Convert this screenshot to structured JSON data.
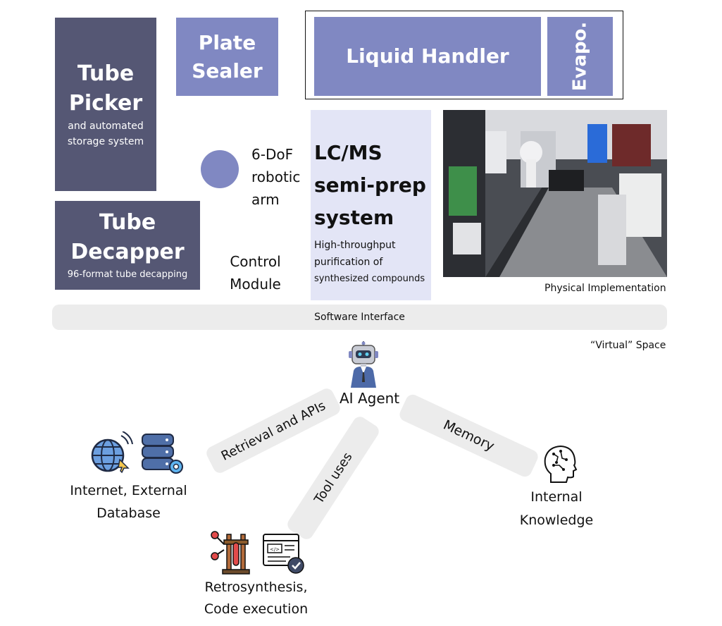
{
  "physical": {
    "tube_picker": {
      "title_line1": "Tube",
      "title_line2": "Picker",
      "line1": "and automated",
      "line2": "storage system"
    },
    "plate_sealer": {
      "line1": "Plate",
      "line2": "Sealer"
    },
    "liquid_handler": "Liquid Handler",
    "evapo": "Evapo.",
    "arm": {
      "line1": "6-DoF",
      "line2": "robotic",
      "line3": "arm"
    },
    "lcms": {
      "line1": "LC/MS",
      "line2": "semi-prep",
      "line3": "system",
      "desc1": "High-throughput",
      "desc2": "purification of",
      "desc3": "synthesized compounds"
    },
    "tube_decapper": {
      "title_line1": "Tube",
      "title_line2": "Decapper",
      "desc": "96-format tube decapping"
    },
    "control_module": {
      "line1": "Control",
      "line2": "Module"
    },
    "photo_caption": "Physical Implementation"
  },
  "software_interface": "Software Interface",
  "virtual_space": "“Virtual” Space",
  "agent": {
    "label": "AI Agent",
    "retrieval": "Retrieval and APIs",
    "memory": "Memory",
    "tool_uses": "Tool uses",
    "internet": {
      "line1": "Internet, External",
      "line2": "Database"
    },
    "internal": {
      "line1": "Internal",
      "line2": "Knowledge"
    },
    "retro": {
      "line1": "Retrosynthesis,",
      "line2": "Code execution"
    }
  },
  "colors": {
    "dark": "#555774",
    "mid": "#8088c2",
    "light": "#e3e5f6",
    "pill": "#ececec"
  }
}
